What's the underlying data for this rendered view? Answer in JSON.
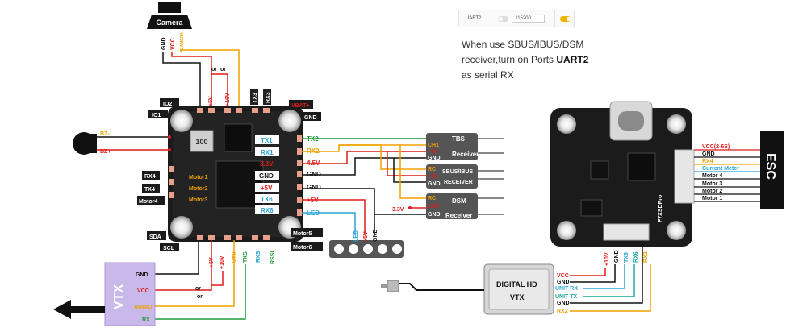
{
  "ports_panel": {
    "port_name": "UART2",
    "baud": "115200"
  },
  "note": {
    "line1": "When use SBUS/IBUS/DSM",
    "line2_pre": "receiver,turn on Ports ",
    "line2_bold": "UART2",
    "line3": "as serial RX"
  },
  "camera": {
    "title": "Camera",
    "pins": [
      "GND",
      "VCC",
      "CAMERA"
    ],
    "or1": "or",
    "or2": "or"
  },
  "fc": {
    "top_pads": [
      "+5V",
      "+10V",
      "TX3",
      "RX3"
    ],
    "vbat": "VBAT+",
    "top_gnd": "GND",
    "left_top": [
      "IO2",
      "IO1"
    ],
    "buzzer": [
      "BZ-",
      "BZ+"
    ],
    "left_mid": [
      "RX4",
      "TX4",
      "Motor4"
    ],
    "motors_left": [
      "Motor1",
      "Motor2",
      "Motor3"
    ],
    "left_bottom": [
      "SDA",
      "SCL"
    ],
    "center_pads": [
      "TX1",
      "RX1",
      "3.3V",
      "GND",
      "+5V",
      "TX6",
      "RX6"
    ],
    "right_pads": [
      "TX2",
      "RX2",
      "4.5V",
      "GND",
      "GND",
      "+5V",
      "LED"
    ],
    "right_bottom": [
      "Motor5",
      "Motor6"
    ],
    "bottom_pads": [
      "+5V",
      "+10V",
      "TXS",
      "RXS",
      "RSSI"
    ],
    "chip_text": "100"
  },
  "receivers": {
    "tbs": {
      "title": "TBS",
      "sub": "Receiver",
      "pins": [
        "CH1",
        "+5V",
        "GND"
      ]
    },
    "sbus": {
      "title": "SBUS/IBUS",
      "sub": "RECEIVER",
      "pins": [
        "RC",
        "+5V",
        "GND"
      ]
    },
    "dsm": {
      "title": "DSM",
      "sub": "Receiver",
      "pins": [
        "RC",
        "3.3V",
        "GND"
      ],
      "feed": "3.3V"
    }
  },
  "led": {
    "pins": [
      "LED",
      "+5V",
      "GND"
    ]
  },
  "vtx": {
    "title": "VTX",
    "pins": [
      "GND",
      "VCC",
      "AUDIO",
      "RX"
    ],
    "or1": "or",
    "or2": "or"
  },
  "esc_board": {
    "brand": "F7XSDPro",
    "pads": [
      "VCC(2-6S)",
      "GND",
      "RX4",
      "Current Meter",
      "Motor 4",
      "Motor 3",
      "Motor 2",
      "Motor 1"
    ],
    "esc_label": "ESC",
    "bottom_pads": [
      "+10V",
      "GND",
      "TX6",
      "RX6",
      "RX2"
    ]
  },
  "digital_vtx": {
    "title": "DIGITAL HD",
    "sub": "VTX",
    "pins": [
      "VCC",
      "GND",
      "UNIT RX",
      "UNIT TX",
      "GND",
      "RX2"
    ]
  },
  "colors": {
    "red": "#e01b1b",
    "black": "#111111",
    "orange": "#f0a000",
    "green": "#1f9a3a",
    "blue": "#2aa3d8",
    "teal": "#1fa79b"
  }
}
